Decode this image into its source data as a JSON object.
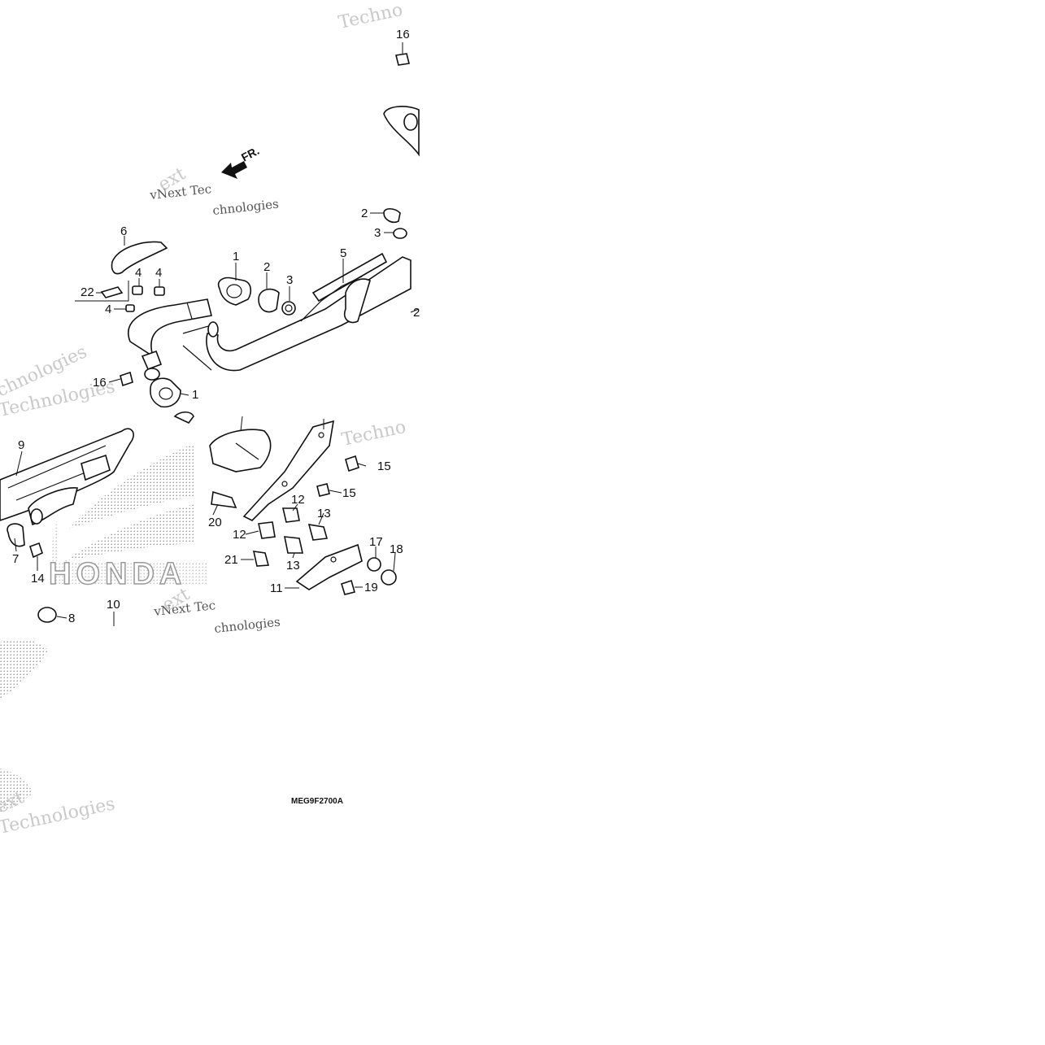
{
  "diagram": {
    "direction_label": "FR.",
    "diagram_code": "MEG9F2700A",
    "watermarks": [
      "vNext Technologies",
      "Technologies",
      "Techno",
      "vNext Tec",
      "chnologies",
      "vNe",
      "ext",
      "chnologies"
    ],
    "brand_wordmark": "HONDA",
    "callouts": [
      {
        "id": "c16a",
        "label": "16"
      },
      {
        "id": "c2a",
        "label": "2"
      },
      {
        "id": "c3a",
        "label": "3"
      },
      {
        "id": "c6",
        "label": "6"
      },
      {
        "id": "c4a",
        "label": "4"
      },
      {
        "id": "c4b",
        "label": "4"
      },
      {
        "id": "c22",
        "label": "22"
      },
      {
        "id": "c4c",
        "label": "4"
      },
      {
        "id": "c1a",
        "label": "1"
      },
      {
        "id": "c2b",
        "label": "2"
      },
      {
        "id": "c3b",
        "label": "3"
      },
      {
        "id": "c5",
        "label": "5"
      },
      {
        "id": "c2c",
        "label": "2"
      },
      {
        "id": "c16b",
        "label": "16"
      },
      {
        "id": "c1b",
        "label": "1"
      },
      {
        "id": "c9",
        "label": "9"
      },
      {
        "id": "c15a",
        "label": "15"
      },
      {
        "id": "c15b",
        "label": "15"
      },
      {
        "id": "c12a",
        "label": "12"
      },
      {
        "id": "c13a",
        "label": "13"
      },
      {
        "id": "c20",
        "label": "20"
      },
      {
        "id": "c12b",
        "label": "12"
      },
      {
        "id": "c7",
        "label": "7"
      },
      {
        "id": "c14",
        "label": "14"
      },
      {
        "id": "c21",
        "label": "21"
      },
      {
        "id": "c13b",
        "label": "13"
      },
      {
        "id": "c17",
        "label": "17"
      },
      {
        "id": "c18",
        "label": "18"
      },
      {
        "id": "c11",
        "label": "11"
      },
      {
        "id": "c19",
        "label": "19"
      },
      {
        "id": "c10",
        "label": "10"
      },
      {
        "id": "c8",
        "label": "8"
      }
    ]
  }
}
